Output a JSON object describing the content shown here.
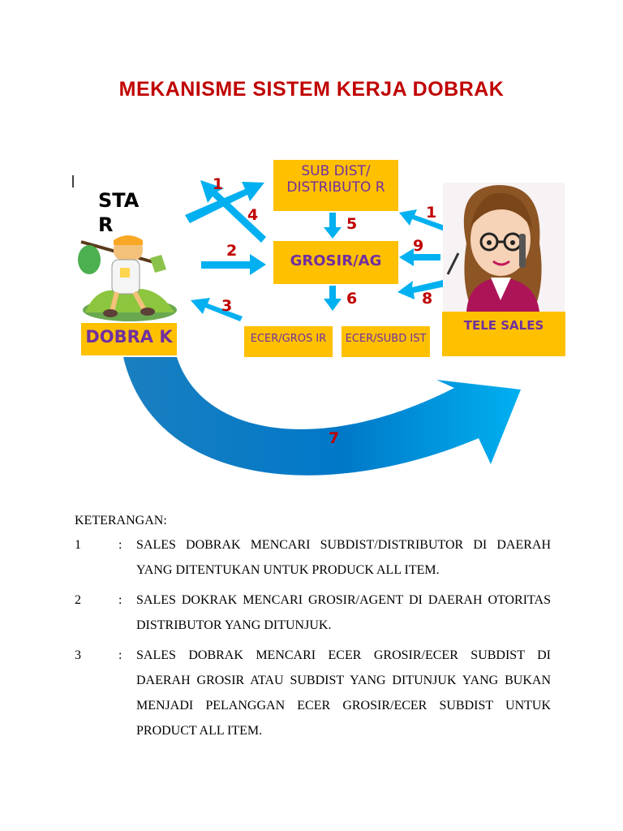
{
  "title": "MEKANISME SISTEM KERJA DOBRAK",
  "diagram": {
    "start_label": "STA R",
    "boxes": {
      "subdist": "SUB DIST/ DISTRIBUTO R",
      "grosir": "GROSIR/AG ENT",
      "ecer_grosir": "ECER/GROS IR",
      "ecer_subdist": "ECER/SUBD IST",
      "dobrak": "DOBRA K",
      "tele_sales": "TELE SALES"
    },
    "numbers": {
      "n1_left": "1",
      "n4": "4",
      "n2": "2",
      "n3": "3",
      "n5": "5",
      "n6": "6",
      "n1_right": "1",
      "n9": "9",
      "n8": "8",
      "n7": "7"
    },
    "colors": {
      "arrow": "#00b0f0",
      "arrow_dark": "#0070c0",
      "box_fill": "#ffc000",
      "box_text": "#7030a0",
      "number": "#c00000"
    }
  },
  "notes": {
    "heading": "KETERANGAN:",
    "items": [
      {
        "num": "1",
        "colon": ":",
        "text": "SALES DOBRAK MENCARI SUBDIST/DISTRIBUTOR DI DAERAH YANG DITENTUKAN UNTUK PRODUCK ALL ITEM."
      },
      {
        "num": "2",
        "colon": ":",
        "text": "SALES DOKRAK MENCARI GROSIR/AGENT DI DAERAH OTORITAS DISTRIBUTOR YANG DITUNJUK."
      },
      {
        "num": "3",
        "colon": ":",
        "text": "SALES DOBRAK MENCARI ECER GROSIR/ECER SUBDIST DI DAERAH GROSIR ATAU SUBDIST YANG DITUNJUK YANG BUKAN MENJADI PELANGGAN ECER GROSIR/ECER SUBDIST UNTUK PRODUCT ALL ITEM."
      }
    ]
  }
}
